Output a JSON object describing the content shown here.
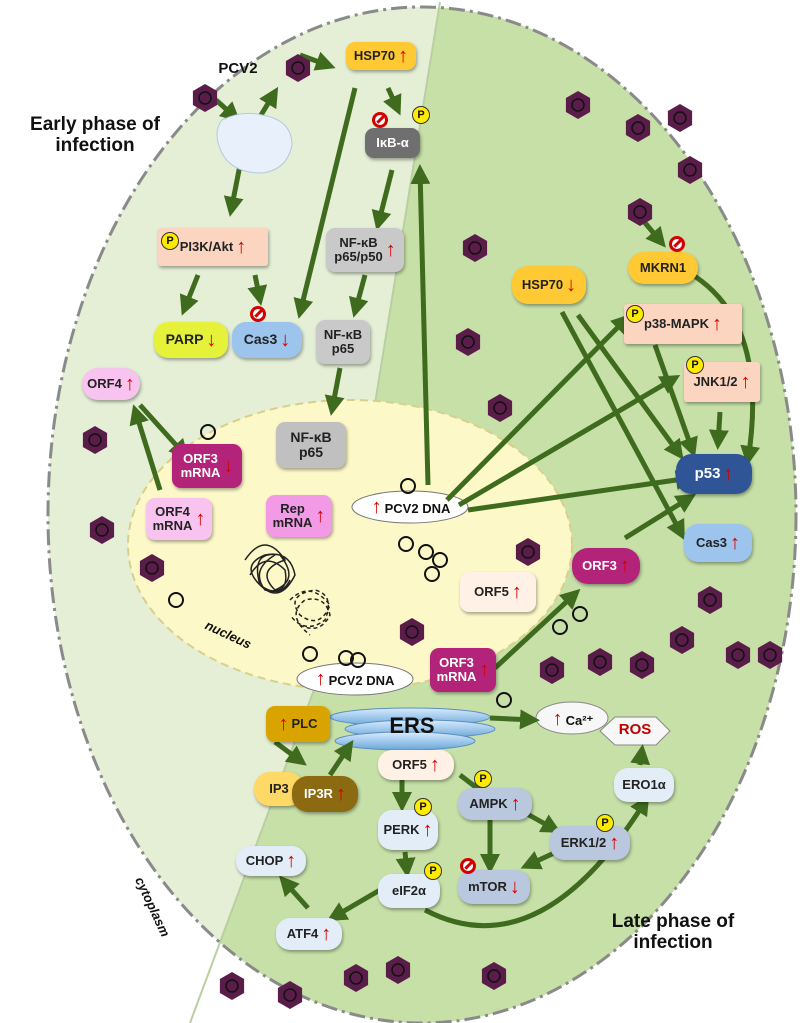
{
  "labels": {
    "early_phase": "Early phase of infection",
    "late_phase": "Late phase of infection",
    "pcv2": "PCV2",
    "nucleus": "nucleus",
    "cytoplasm": "cytoplasm",
    "ers": "ERS",
    "ros": "ROS",
    "ca": "Ca²⁺",
    "pcv2_dna_1": "PCV2 DNA",
    "pcv2_dna_2": "PCV2 DNA"
  },
  "nodes": {
    "hsp70_top": "HSP70",
    "ikba": "IκB-α",
    "pi3k": "PI3K/Akt",
    "nfkb_p65p50_a": "NF-κB",
    "nfkb_p65p50_b": "p65/p50",
    "parp": "PARP",
    "cas3_left": "Cas3",
    "nfkb_p65_cyto_a": "NF-κB",
    "nfkb_p65_cyto_b": "p65",
    "orf4": "ORF4",
    "nfkb_p65_nuc_a": "NF-κB",
    "nfkb_p65_nuc_b": "p65",
    "orf3_mrna_a": "ORF3",
    "orf3_mrna_b": "mRNA",
    "orf4_mrna_a": "ORF4",
    "orf4_mrna_b": "mRNA",
    "rep_mrna_a": "Rep",
    "rep_mrna_b": "mRNA",
    "orf5_nuc": "ORF5",
    "orf3_mrna2_a": "ORF3",
    "orf3_mrna2_b": "mRNA",
    "hsp70_right": "HSP70",
    "mkrn1": "MKRN1",
    "p38": "p38-MAPK",
    "jnk": "JNK1/2",
    "p53": "p53",
    "cas3_right": "Cas3",
    "orf3_cyto": "ORF3",
    "plc": "PLC",
    "ip3": "IP3",
    "ip3r": "IP3R",
    "orf5_er": "ORF5",
    "ampk": "AMPK",
    "perk": "PERK",
    "erk": "ERK1/2",
    "ero1a": "ERO1α",
    "chop": "CHOP",
    "mtor": "mTOR",
    "eif2a": "eIF2α",
    "atf4": "ATF4"
  },
  "badge_letter": "P",
  "colors": {
    "cell_left": "#e4efd6",
    "cell_right": "#c7e0a8",
    "nucleus": "#fdf8c8",
    "arrow": "#3f6b1f",
    "up_down_arrow": "#d40000",
    "virus": "#5a1d4a"
  }
}
